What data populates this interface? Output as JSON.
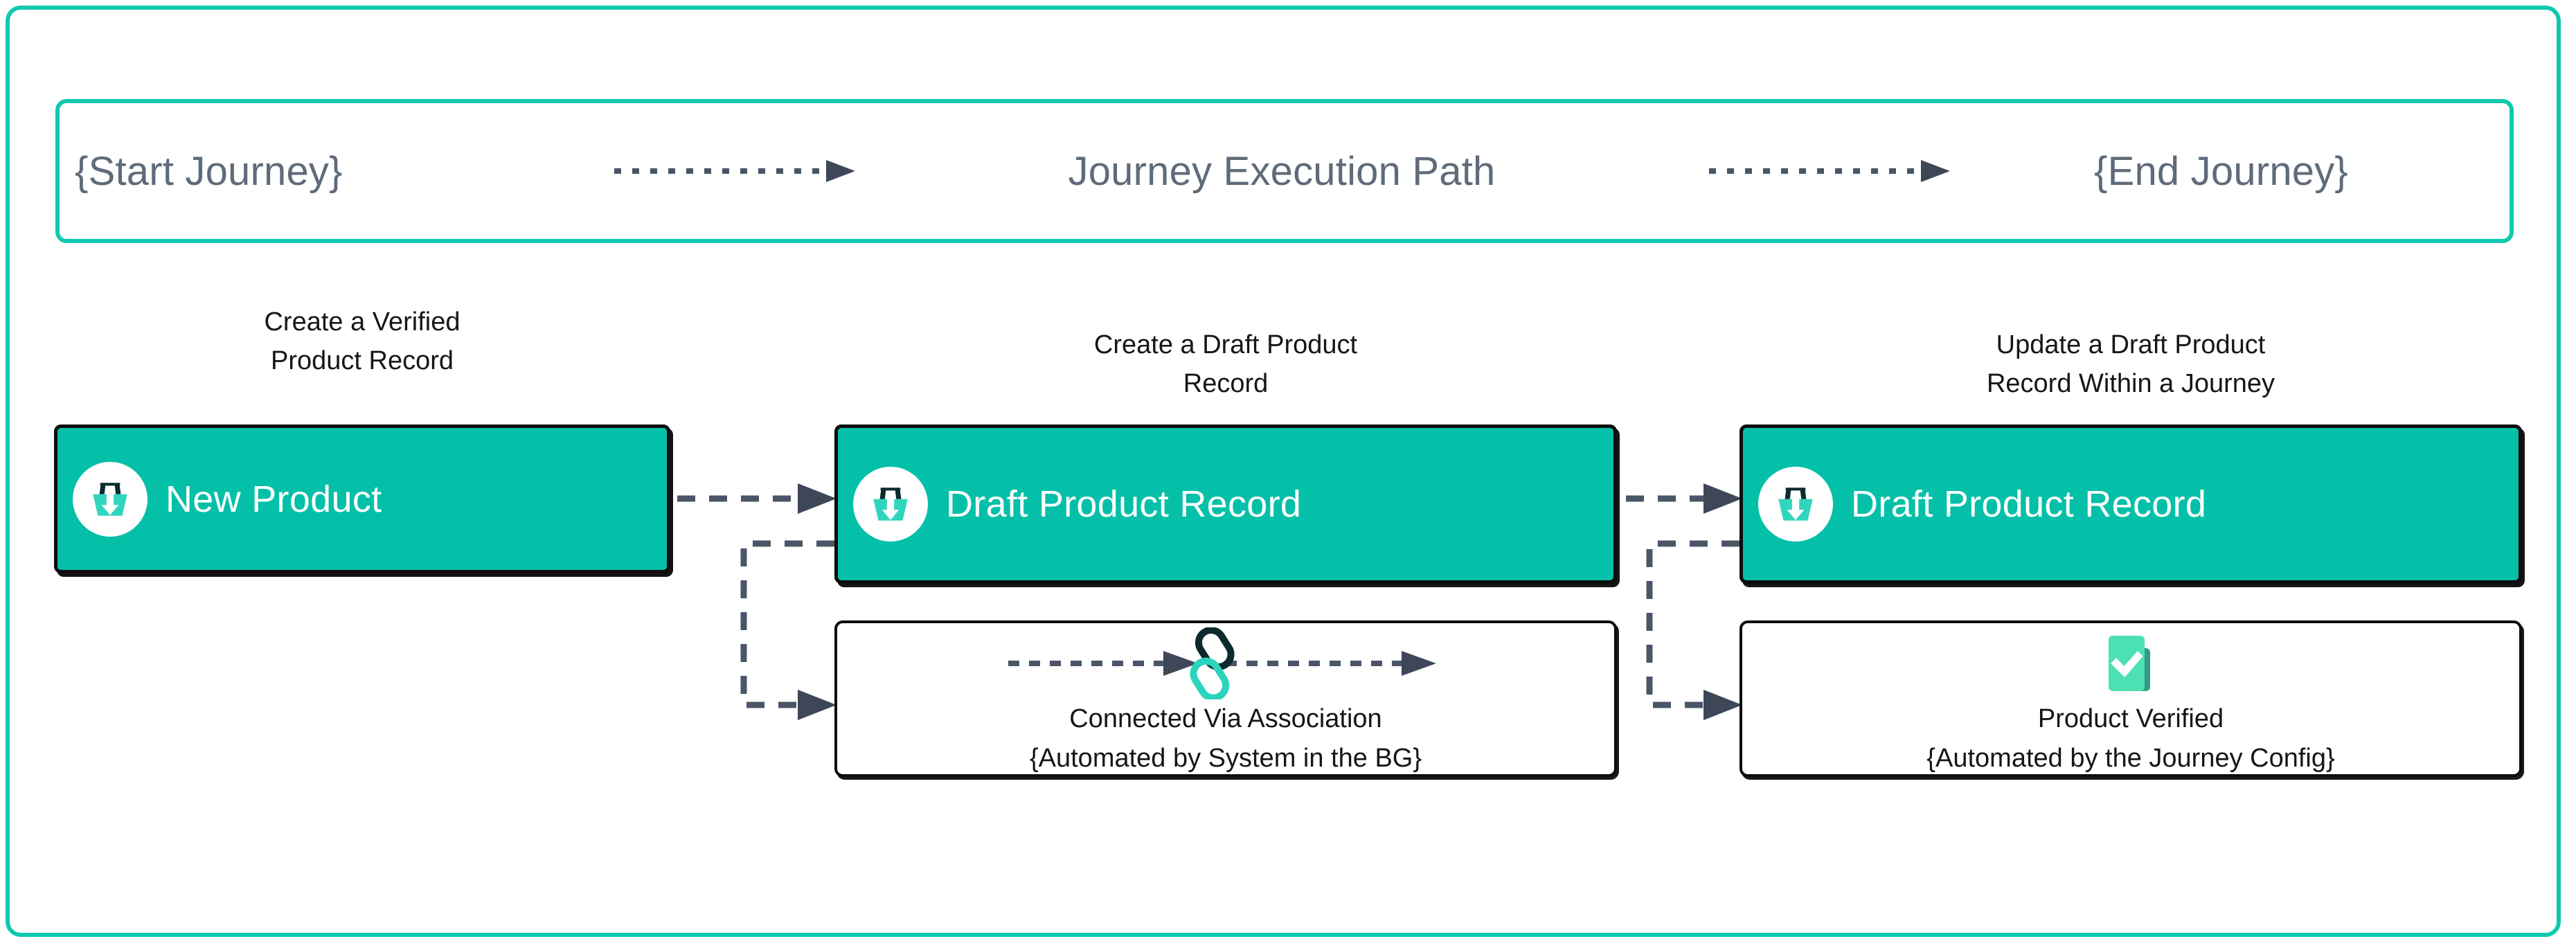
{
  "theme": {
    "teal": "#04C0A8",
    "frame_teal": "#0FC9AE",
    "ink": "#0D0D0D",
    "muted_text": "#5F6B7A",
    "body_text": "#161616",
    "arrow_gray": "#4A5568",
    "chain_dark": "#0C2A2E",
    "chain_teal": "#2BD4BD",
    "verify_green": "#4EE0B5",
    "verify_green_dark": "#2E9E86"
  },
  "banner": {
    "start_label": "{Start Journey}",
    "title": "Journey Execution Path",
    "end_label": "{End Journey}",
    "arrow_1_icon": "dotted-arrow-right-icon",
    "arrow_2_icon": "dotted-arrow-right-icon"
  },
  "columns": [
    {
      "caption_line1": "Create a Verified",
      "caption_line2": "Product Record",
      "node": {
        "label": "New Product",
        "icon": "basket-download-icon"
      },
      "info": null
    },
    {
      "caption_line1": "Create a Draft Product",
      "caption_line2": "Record",
      "node": {
        "label": "Draft Product Record",
        "icon": "basket-download-icon"
      },
      "info": {
        "graphic": "chain-link-icon",
        "line1": "Connected Via Association",
        "line2": "{Automated by System in the BG}"
      }
    },
    {
      "caption_line1": "Update a Draft Product",
      "caption_line2": "Record Within a Journey",
      "node": {
        "label": "Draft Product Record",
        "icon": "basket-download-icon"
      },
      "info": {
        "graphic": "verified-check-badge-icon",
        "line1": "Product Verified",
        "line2": "{Automated by the Journey Config}"
      }
    }
  ],
  "connectors": [
    {
      "id": "new-product-to-draft",
      "style": "dashed-arrow-right"
    },
    {
      "id": "draft-to-connected-association",
      "style": "dashed-elbow-down-right"
    },
    {
      "id": "draft-to-update-draft",
      "style": "dashed-arrow-right"
    },
    {
      "id": "update-to-product-verified",
      "style": "dashed-elbow-down-right"
    }
  ]
}
